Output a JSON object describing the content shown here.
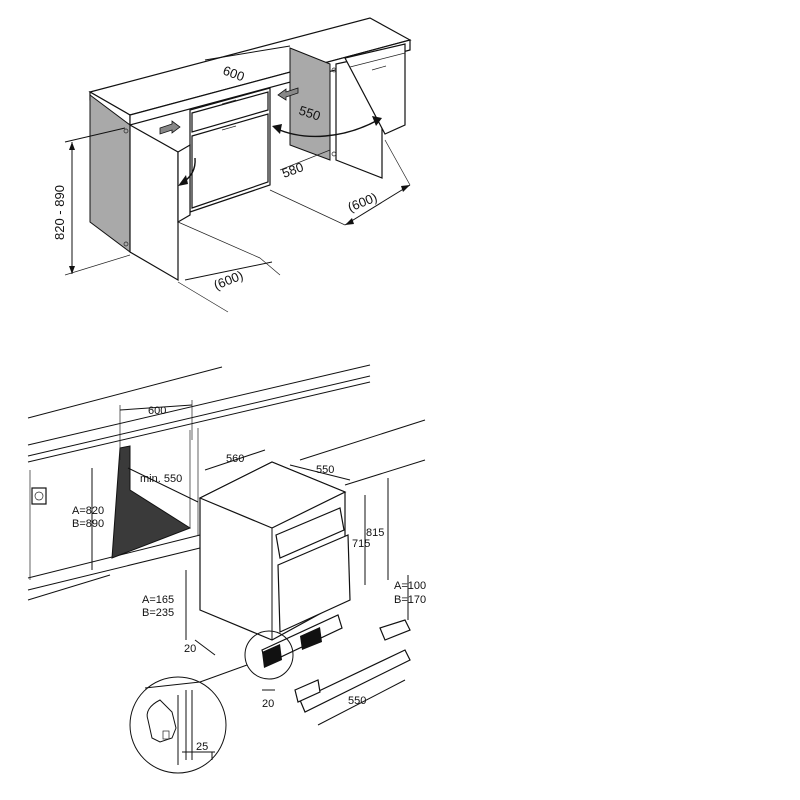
{
  "top_view": {
    "dim_height_range": "820 - 890",
    "dim_width_top": "600",
    "dim_depth_550": "550",
    "dim_depth_580": "580",
    "dim_paren_right": "(600)",
    "dim_paren_front": "(600)"
  },
  "bottom_view": {
    "dim_600": "600",
    "dim_560": "560",
    "dim_550_top": "550",
    "dim_min_550": "min. 550",
    "dim_a_820": "A=820",
    "dim_b_890": "B=890",
    "dim_815": "815",
    "dim_715": "715",
    "dim_a_100": "A=100",
    "dim_b_170": "B=170",
    "dim_a_165": "A=165",
    "dim_b_235": "B=235",
    "dim_20_left": "20",
    "dim_20_bottom": "20",
    "dim_550_bottom": "550",
    "dim_25": "25"
  },
  "colors": {
    "line": "#111111",
    "grey_panel": "#a9a9a9",
    "dark_recess": "#3a3a3a",
    "background": "#ffffff"
  }
}
